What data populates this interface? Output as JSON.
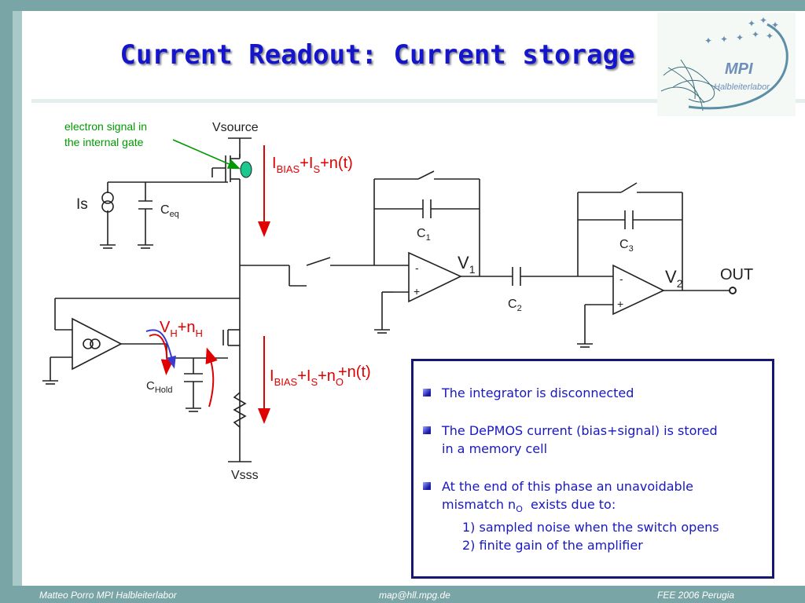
{
  "slide": {
    "title": "Current Readout: Current storage"
  },
  "logo": {
    "name": "MPI",
    "subtitle": "Halbleiterlabor"
  },
  "circuit": {
    "annotation_line1": "electron signal in",
    "annotation_line2": "the internal gate",
    "vsource": "Vsource",
    "vsss": "Vsss",
    "is_label": "Is",
    "ceq_main": "C",
    "ceq_sub": "eq",
    "chold_main": "C",
    "chold_sub": "Hold",
    "c1_main": "C",
    "c1_sub": "1",
    "c2_main": "C",
    "c2_sub": "2",
    "c3_main": "C",
    "c3_sub": "3",
    "v1_main": "V",
    "v1_sub": "1",
    "v2_main": "V",
    "v2_sub": "2",
    "out": "OUT",
    "minus": "-",
    "plus": "+",
    "ibias_top": {
      "i": "I",
      "bias": "BIAS",
      "plus_is": "+I",
      "s": "S",
      "rest": "+n(t)"
    },
    "ibias_bottom": {
      "i": "I",
      "bias": "BIAS",
      "plus_is": "+I",
      "s": "S",
      "plus_n": "+n",
      "o": "O",
      "rest": "+n(t)"
    },
    "vh": {
      "v": "V",
      "h": "H",
      "plus_n": "+n",
      "hh": "H"
    }
  },
  "textbox": {
    "bullets": [
      {
        "line1": "The integrator is disconnected"
      },
      {
        "line1": "The DePMOS current (bias+signal) is stored",
        "line2": "in a memory cell"
      },
      {
        "line1": "At the end of this phase an unavoidable",
        "line2a": "mismatch n",
        "line2sub": "O",
        "line2b": "  exists due to:",
        "item1": "1) sampled noise when the switch  opens",
        "item2": "2) finite gain of the amplifier"
      }
    ]
  },
  "footer": {
    "author": "Matteo Porro  MPI Halbleiterlabor",
    "email": "map@hll.mpg.de",
    "event": "FEE 2006 Perugia"
  },
  "colors": {
    "title": "#1515cc",
    "bullet_text": "#1818c2",
    "arrow_red": "#e00000",
    "annotation_green": "#009900",
    "teal_frame": "#7aa5a6",
    "box_border": "#161673"
  }
}
